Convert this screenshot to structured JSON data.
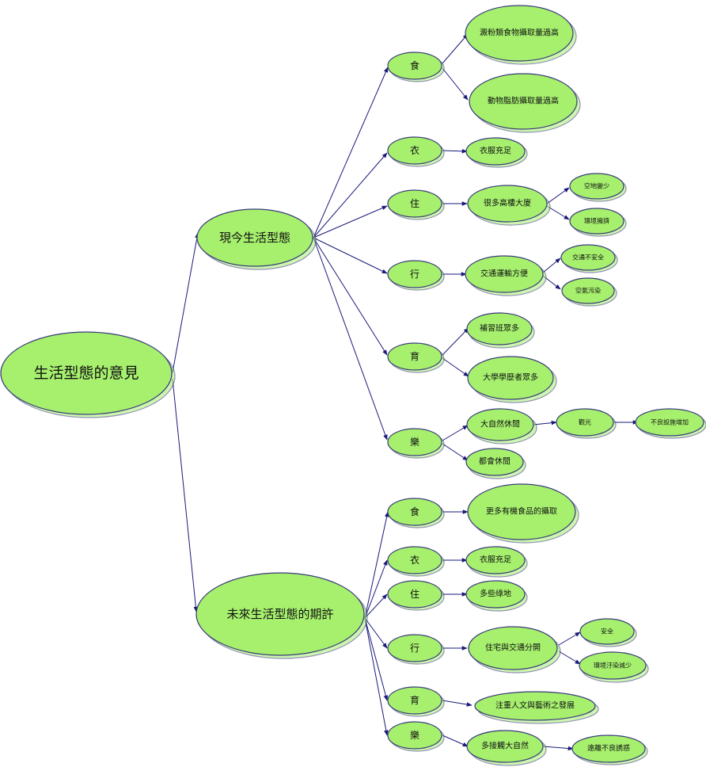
{
  "colors": {
    "node_fill": "#a6f06e",
    "node_stroke": "#3a3a7a",
    "edge": "#1a1a7a"
  },
  "root": "生活型態的意見",
  "branches": {
    "current": {
      "label": "現今生活型態",
      "food": {
        "label": "食",
        "items": [
          "澱粉類食物攝取量過高",
          "動物脂肪攝取量過高"
        ]
      },
      "clothing": {
        "label": "衣",
        "items": [
          "衣服充足"
        ]
      },
      "housing": {
        "label": "住",
        "item": "很多高樓大廈",
        "subs": [
          "空地變少",
          "環境擁擠"
        ]
      },
      "transport": {
        "label": "行",
        "item": "交通運輸方便",
        "subs": [
          "交通不安全",
          "空氣污染"
        ]
      },
      "education": {
        "label": "育",
        "items": [
          "補習班眾多",
          "大學學歷者眾多"
        ]
      },
      "leisure": {
        "label": "樂",
        "item": "大自然休閒",
        "sub": "觀光",
        "subsub": "不良設施增加",
        "item2": "都會休閒"
      }
    },
    "future": {
      "label": "未來生活型態的期許",
      "food": {
        "label": "食",
        "item": "更多有機食品的攝取"
      },
      "clothing": {
        "label": "衣",
        "item": "衣服充足"
      },
      "housing": {
        "label": "住",
        "item": "多些綠地"
      },
      "transport": {
        "label": "行",
        "item": "住宅與交通分開",
        "subs": [
          "安全",
          "環境汙染減少"
        ]
      },
      "education": {
        "label": "育",
        "item": "注重人文與藝術之發展"
      },
      "leisure": {
        "label": "樂",
        "item": "多接觸大自然",
        "sub": "遠離不良誘惑"
      }
    }
  }
}
